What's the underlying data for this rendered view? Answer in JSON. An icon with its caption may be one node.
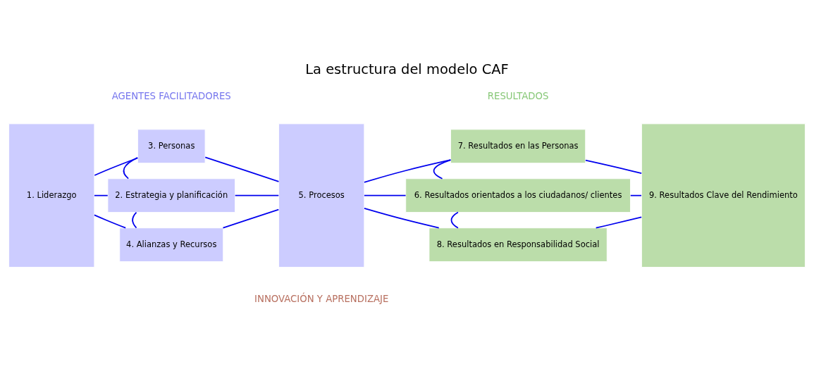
{
  "diagram": {
    "title": "La estructura del modelo CAF",
    "nodes": [
      {
        "text": [
          "1. Liderazgo"
        ]
      },
      {
        "text": [
          "3. Personas"
        ]
      },
      {
        "text": [
          "2. Estrategia y planificación"
        ]
      },
      {
        "text": [
          "4. Alianzas y Recursos"
        ]
      },
      {
        "text": [
          "5. Procesos"
        ]
      },
      {
        "text": [
          "7. Resultados en las Personas"
        ]
      },
      {
        "text": [
          "6. Resultados orientados a los ciudadanos/ clientes"
        ]
      },
      {
        "text": [
          "8. Resultados en Responsabilidad Social"
        ]
      },
      {
        "text": [
          "9. Resultados Clave del Rendimiento"
        ]
      }
    ],
    "edges": [
      {
        "from": 0,
        "to": 1,
        "arrow": "none"
      },
      {
        "from": 0,
        "to": 2,
        "arrow": "none"
      },
      {
        "from": 0,
        "to": 3,
        "arrow": "none"
      },
      {
        "from": 1,
        "to": 2,
        "arrow": "none"
      },
      {
        "from": 2,
        "to": 3,
        "arrow": "none"
      },
      {
        "from": 1,
        "to": 4,
        "arrow": "none"
      },
      {
        "from": 2,
        "to": 4,
        "arrow": "none"
      },
      {
        "from": 3,
        "to": 4,
        "arrow": "none"
      },
      {
        "from": 4,
        "to": 5,
        "arrow": "none"
      },
      {
        "from": 4,
        "to": 6,
        "arrow": "none"
      },
      {
        "from": 4,
        "to": 7,
        "arrow": "none"
      },
      {
        "from": 5,
        "to": 6,
        "arrow": "none"
      },
      {
        "from": 6,
        "to": 7,
        "arrow": "none"
      },
      {
        "from": 5,
        "to": 8,
        "arrow": "none"
      },
      {
        "from": 6,
        "to": 8,
        "arrow": "none"
      },
      {
        "from": 7,
        "to": 8,
        "arrow": "none"
      }
    ],
    "labels": [
      "AGENTES FACILITADORES",
      "RESULTADOS",
      "INNOVACIÓN Y APRENDIZAJE"
    ]
  }
}
